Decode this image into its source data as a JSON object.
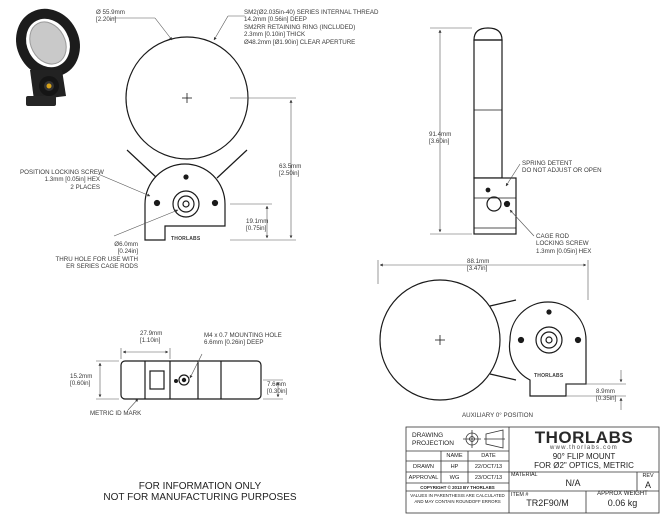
{
  "drawing": {
    "top_view": {
      "diameter": [
        "Ø 55.9mm",
        "[2.20in]"
      ],
      "thread_note": [
        "SM2(Ø2.035in-40) SERIES INTERNAL THREAD",
        "14.2mm [0.56in] DEEP",
        "SM2RR RETAINING RING (INCLUDED)",
        "2.3mm [0.10in] THICK",
        "Ø48.2mm [Ø1.90in] CLEAR APERTURE"
      ],
      "locking_screw": [
        "POSITION LOCKING SCREW",
        "1.3mm [0.05in] HEX",
        "2 PLACES"
      ],
      "height": [
        "63.5mm",
        "[2.50in]"
      ],
      "offset": [
        "19.1mm",
        "[0.75in]"
      ],
      "thru_hole": [
        "Ø6.0mm",
        "[0.24in]",
        "THRU HOLE FOR USE WITH",
        "ER SERIES CAGE RODS"
      ]
    },
    "side_view": {
      "height": [
        "91.4mm",
        "[3.60in]"
      ],
      "spring_detent": [
        "SPRING DETENT",
        "DO NOT ADJUST OR OPEN"
      ],
      "cage_rod": [
        "CAGE ROD",
        "LOCKING SCREW",
        "1.3mm [0.05in] HEX"
      ]
    },
    "bottom_view": {
      "width": [
        "27.9mm",
        "[1.10in]"
      ],
      "mounting_hole": [
        "M4 x 0.7 MOUNTING HOLE",
        "6.6mm [0.26in] DEEP"
      ],
      "height": [
        "15.2mm",
        "[0.60in]"
      ],
      "depth": [
        "7.6mm",
        "[0.30in]"
      ],
      "metric_mark": "METRIC ID MARK"
    },
    "aux_view": {
      "width": [
        "88.1mm",
        "[3.47in]"
      ],
      "offset": [
        "8.9mm",
        "[0.35in]"
      ],
      "caption": "AUXILIARY 0° POSITION"
    },
    "brand_small": "THORLABS"
  },
  "footer_note": [
    "FOR INFORMATION ONLY",
    "NOT FOR MANUFACTURING PURPOSES"
  ],
  "title_block": {
    "projection_label": [
      "DRAWING",
      "PROJECTION"
    ],
    "headers": [
      "NAME",
      "DATE"
    ],
    "rows": [
      {
        "role": "DRAWN",
        "name": "HP",
        "date": "22/OCT/13"
      },
      {
        "role": "APPROVAL",
        "name": "WG",
        "date": "23/OCT/13"
      }
    ],
    "copyright": "COPYRIGHT © 2013 BY THORLABS",
    "disclaimer": [
      "VALUES IN PARENTHESIS ARE CALCULATED",
      "AND MAY CONTAIN ROUNDOFF ERRORS"
    ],
    "logo": "THORLABS",
    "url": "www.thorlabs.com",
    "title": [
      "90° FLIP MOUNT",
      "FOR Ø2\" OPTICS, METRIC"
    ],
    "material_label": "MATERIAL",
    "material_value": "N/A",
    "rev_label": "REV",
    "rev_value": "A",
    "item_label": "ITEM #",
    "item_value": "TR2F90/M",
    "weight_label": "APPROX WEIGHT",
    "weight_value": "0.06 kg"
  }
}
